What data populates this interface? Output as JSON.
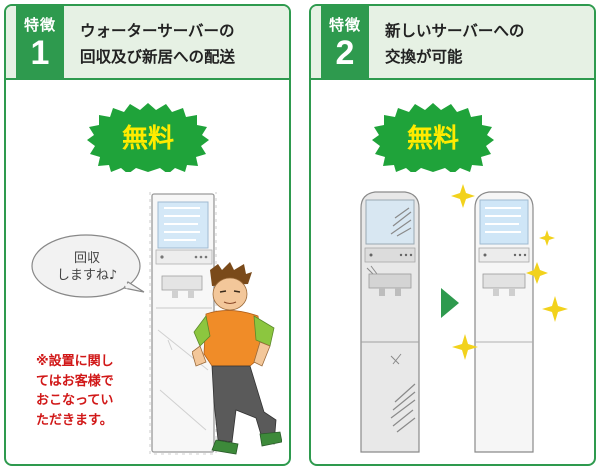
{
  "features": [
    {
      "tag": "特徴",
      "number": "1",
      "title": "ウォーターサーバーの\n回収及び新居への配送",
      "badge": "無料",
      "speech": "回収\nしますね♪",
      "note": "※設置に関し\nてはお客様で\nおこなってい\nただきます。"
    },
    {
      "tag": "特徴",
      "number": "2",
      "title": "新しいサーバーへの\n交換が可能",
      "badge": "無料"
    }
  ],
  "colors": {
    "green": "#2e9a4e",
    "header_bg": "#e6f1e4",
    "badge_bg": "#1fa33a",
    "badge_text": "#ffeb00",
    "note_text": "#d11818",
    "sparkle": "#f2d21c"
  }
}
